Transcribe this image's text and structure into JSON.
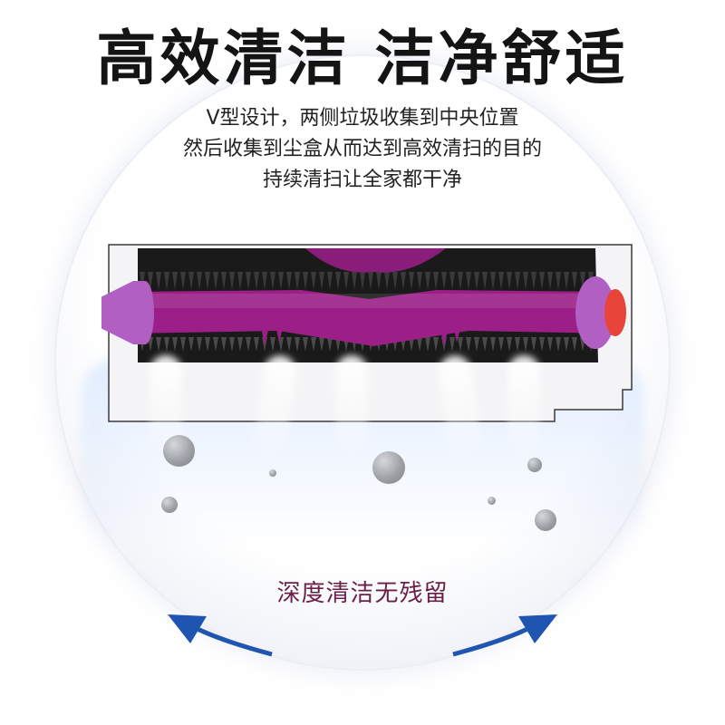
{
  "headline": "高效清洁 洁净舒适",
  "description": [
    "V型设计，两侧垃圾收集到中央位置",
    "然后收集到尘盒从而达到高效清扫的目的",
    "持续清扫让全家都干净"
  ],
  "caption": "深度清洁无残留",
  "colors": {
    "brush_body": "#9b1f86",
    "bristles": "#1a1a1a",
    "end_cap": "#b15fc3",
    "end_plug": "#e8453a",
    "arrow": "#1f54b0",
    "caption_text": "#6a1f49"
  },
  "icons": [
    "roller-brush-icon",
    "dust-particle-icon",
    "rotation-arrow-icon"
  ]
}
